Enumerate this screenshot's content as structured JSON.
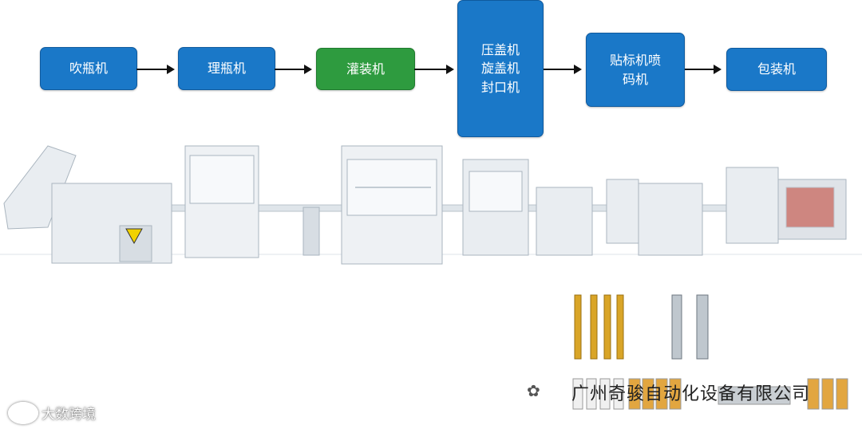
{
  "flow": {
    "step1": "吹瓶机",
    "step2": "理瓶机",
    "step3": "灌装机",
    "step4_lines": [
      "压盖机",
      "旋盖机",
      "封口机"
    ],
    "step5_lines": [
      "贴标机喷",
      "码机"
    ],
    "step6": "包装机"
  },
  "colors": {
    "blue_box": "#1a78c8",
    "green_box": "#2e9b3f",
    "arrow": "#111111"
  },
  "watermark": {
    "company": "广州奇骏自动化设备有限公司",
    "platform": "大数跨境"
  },
  "icons": [
    "weibo-logo-icon",
    "wechat-logo-icon"
  ]
}
